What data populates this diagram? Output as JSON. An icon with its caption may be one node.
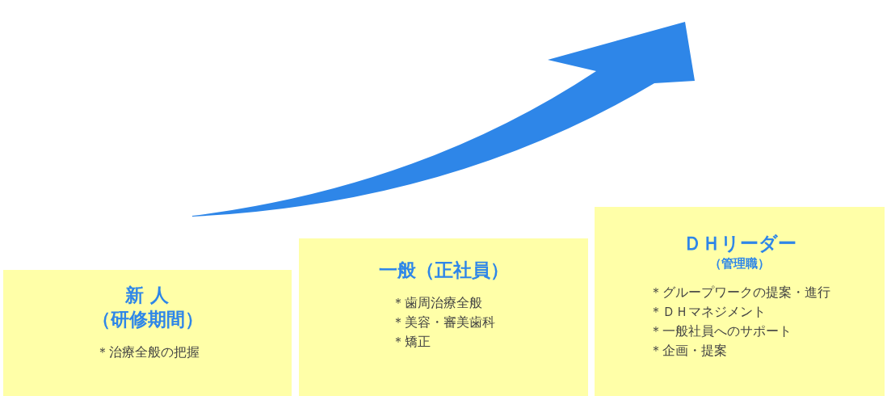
{
  "diagram": {
    "nodes": [
      {
        "text": [
          "新 人",
          "（研修期間）",
          "＊治療全般の把握"
        ]
      },
      {
        "text": [
          "一般（正社員）",
          "＊歯周治療全般",
          "＊美容・審美歯科",
          "＊矯正"
        ]
      },
      {
        "text": [
          "ＤＨリーダー",
          "（管理職）",
          "＊グループワークの提案・進行",
          "＊ＤＨマネジメント",
          "＊一般社員へのサポート",
          "＊企画・提案"
        ]
      }
    ],
    "edges": []
  }
}
